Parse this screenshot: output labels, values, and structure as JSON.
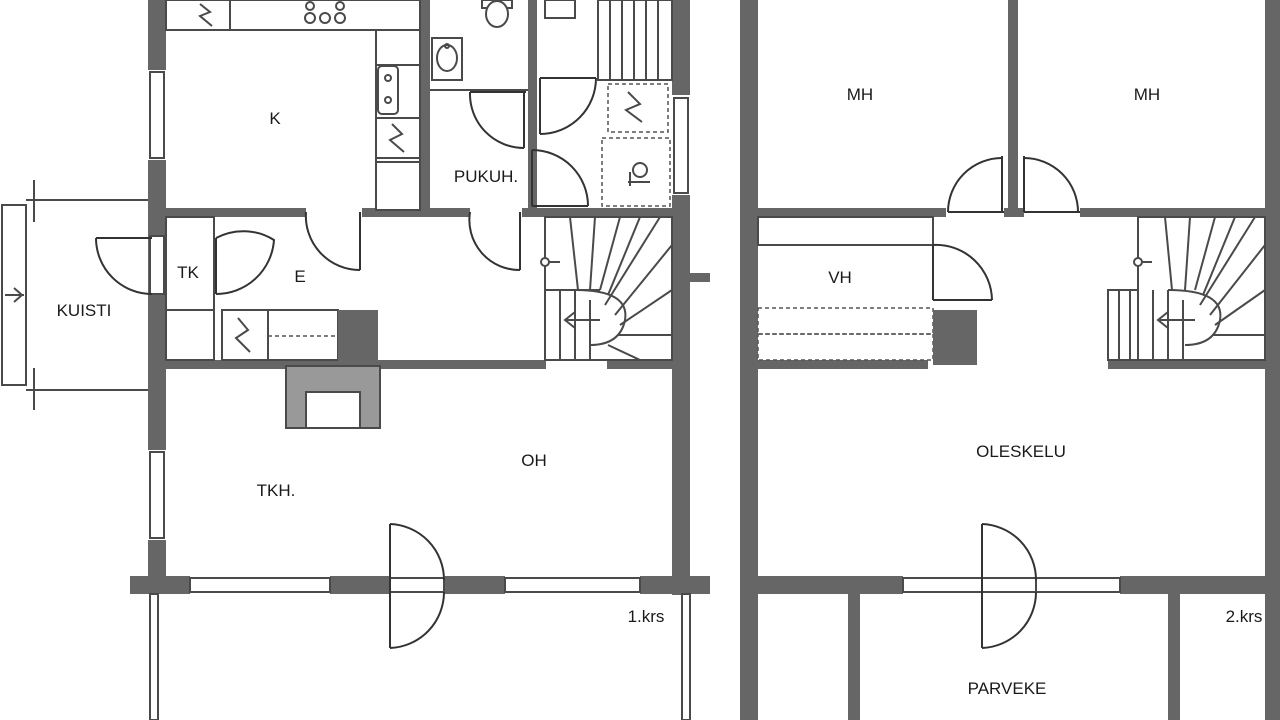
{
  "floor1": {
    "level": "1.krs",
    "rooms": {
      "k": "K",
      "pukuh": "PUKUH.",
      "tk": "TK",
      "e": "E",
      "kuisti": "KUISTI",
      "oh": "OH",
      "tkh": "TKH."
    }
  },
  "floor2": {
    "level": "2.krs",
    "rooms": {
      "mh1": "MH",
      "mh2": "MH",
      "vh": "VH",
      "oleskelu": "OLESKELU",
      "parveke": "PARVEKE"
    }
  },
  "colors": {
    "wall": "#666666",
    "line": "#4a4a4a",
    "fireplace": "#999999"
  }
}
